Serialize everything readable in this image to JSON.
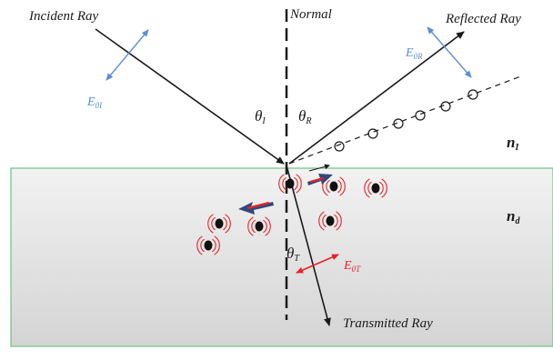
{
  "labels": {
    "incident_ray": "Incident Ray",
    "normal": "Normal",
    "reflected_ray": "Reflected Ray",
    "transmitted_ray": "Transmitted Ray",
    "e0i": {
      "main": "E",
      "sub": "0I"
    },
    "e0r": {
      "main": "E",
      "sub": "0R"
    },
    "e0t": {
      "main": "E",
      "sub": "0T"
    },
    "theta_i": {
      "main": "θ",
      "sub": "I"
    },
    "theta_r": {
      "main": "θ",
      "sub": "R"
    },
    "theta_t": {
      "main": "θ",
      "sub": "T"
    },
    "n_i": {
      "main": "n",
      "sub": "I"
    },
    "n_d": {
      "main": "n",
      "sub": "d"
    }
  },
  "colors": {
    "ray": "#1a1a1a",
    "incident_field": "#5b8ed6",
    "transmitted_field": "#e8232a",
    "medium_fill_top": "#f2f2f2",
    "medium_fill_bottom": "#d4d4d4",
    "medium_border": "#6fc08a",
    "dipole_arrow": "#2e4a7a",
    "dipole_bar": "#e8232a"
  }
}
